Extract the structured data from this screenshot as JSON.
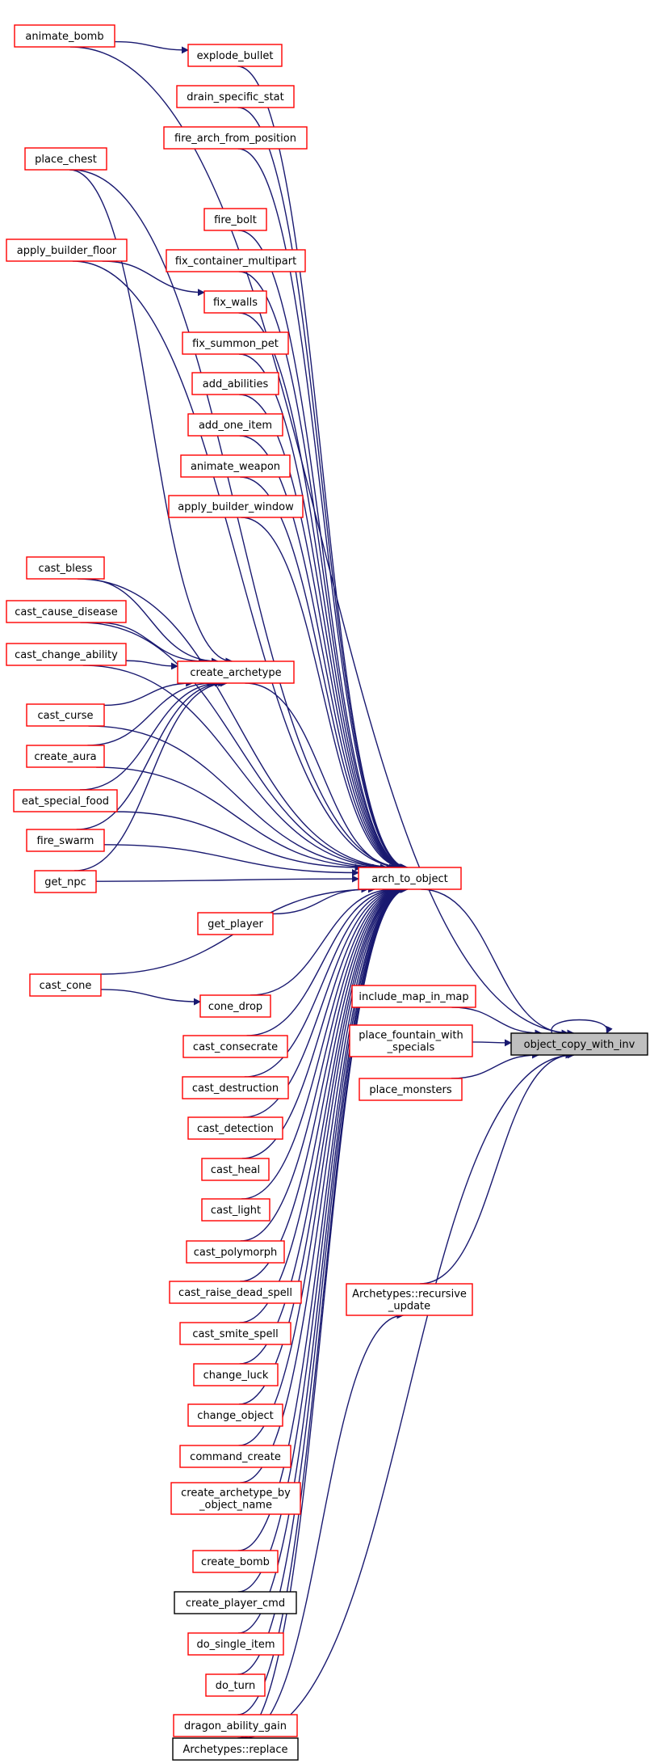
{
  "colors": {
    "edge": "#191970",
    "node_border_linked": "#ff0000",
    "node_border_plain": "#000000",
    "focus_fill": "#bfbfbf"
  },
  "nodes": [
    {
      "id": "animate_bomb",
      "lines": [
        "animate_bomb"
      ],
      "border": "red"
    },
    {
      "id": "explode_bullet",
      "lines": [
        "explode_bullet"
      ],
      "border": "red"
    },
    {
      "id": "drain_specific_stat",
      "lines": [
        "drain_specific_stat"
      ],
      "border": "red"
    },
    {
      "id": "fire_arch_from_position",
      "lines": [
        "fire_arch_from_position"
      ],
      "border": "red"
    },
    {
      "id": "place_chest",
      "lines": [
        "place_chest"
      ],
      "border": "red"
    },
    {
      "id": "fire_bolt",
      "lines": [
        "fire_bolt"
      ],
      "border": "red"
    },
    {
      "id": "apply_builder_floor",
      "lines": [
        "apply_builder_floor"
      ],
      "border": "red"
    },
    {
      "id": "fix_container_multipart",
      "lines": [
        "fix_container_multipart"
      ],
      "border": "red"
    },
    {
      "id": "fix_walls",
      "lines": [
        "fix_walls"
      ],
      "border": "red"
    },
    {
      "id": "fix_summon_pet",
      "lines": [
        "fix_summon_pet"
      ],
      "border": "red"
    },
    {
      "id": "add_abilities",
      "lines": [
        "add_abilities"
      ],
      "border": "red"
    },
    {
      "id": "add_one_item",
      "lines": [
        "add_one_item"
      ],
      "border": "red"
    },
    {
      "id": "animate_weapon",
      "lines": [
        "animate_weapon"
      ],
      "border": "red"
    },
    {
      "id": "apply_builder_window",
      "lines": [
        "apply_builder_window"
      ],
      "border": "red"
    },
    {
      "id": "cast_bless",
      "lines": [
        "cast_bless"
      ],
      "border": "red"
    },
    {
      "id": "cast_cause_disease",
      "lines": [
        "cast_cause_disease"
      ],
      "border": "red"
    },
    {
      "id": "cast_change_ability",
      "lines": [
        "cast_change_ability"
      ],
      "border": "red"
    },
    {
      "id": "create_archetype",
      "lines": [
        "create_archetype"
      ],
      "border": "red"
    },
    {
      "id": "cast_curse",
      "lines": [
        "cast_curse"
      ],
      "border": "red"
    },
    {
      "id": "create_aura",
      "lines": [
        "create_aura"
      ],
      "border": "red"
    },
    {
      "id": "eat_special_food",
      "lines": [
        "eat_special_food"
      ],
      "border": "red"
    },
    {
      "id": "fire_swarm",
      "lines": [
        "fire_swarm"
      ],
      "border": "red"
    },
    {
      "id": "get_npc",
      "lines": [
        "get_npc"
      ],
      "border": "red"
    },
    {
      "id": "arch_to_object",
      "lines": [
        "arch_to_object"
      ],
      "border": "red"
    },
    {
      "id": "get_player",
      "lines": [
        "get_player"
      ],
      "border": "red"
    },
    {
      "id": "cast_cone",
      "lines": [
        "cast_cone"
      ],
      "border": "red"
    },
    {
      "id": "cone_drop",
      "lines": [
        "cone_drop"
      ],
      "border": "red"
    },
    {
      "id": "include_map_in_map",
      "lines": [
        "include_map_in_map"
      ],
      "border": "red"
    },
    {
      "id": "place_fountain_with_specials",
      "lines": [
        "place_fountain_with",
        "_specials"
      ],
      "border": "red"
    },
    {
      "id": "object_copy_with_inv",
      "lines": [
        "object_copy_with_inv"
      ],
      "border": "black",
      "focus": true
    },
    {
      "id": "cast_consecrate",
      "lines": [
        "cast_consecrate"
      ],
      "border": "red"
    },
    {
      "id": "place_monsters",
      "lines": [
        "place_monsters"
      ],
      "border": "red"
    },
    {
      "id": "cast_destruction",
      "lines": [
        "cast_destruction"
      ],
      "border": "red"
    },
    {
      "id": "cast_detection",
      "lines": [
        "cast_detection"
      ],
      "border": "red"
    },
    {
      "id": "cast_heal",
      "lines": [
        "cast_heal"
      ],
      "border": "red"
    },
    {
      "id": "cast_light",
      "lines": [
        "cast_light"
      ],
      "border": "red"
    },
    {
      "id": "cast_polymorph",
      "lines": [
        "cast_polymorph"
      ],
      "border": "red"
    },
    {
      "id": "cast_raise_dead_spell",
      "lines": [
        "cast_raise_dead_spell"
      ],
      "border": "red"
    },
    {
      "id": "archetypes_recursive_update",
      "lines": [
        "Archetypes::recursive",
        "_update"
      ],
      "border": "red"
    },
    {
      "id": "cast_smite_spell",
      "lines": [
        "cast_smite_spell"
      ],
      "border": "red"
    },
    {
      "id": "change_luck",
      "lines": [
        "change_luck"
      ],
      "border": "red"
    },
    {
      "id": "change_object",
      "lines": [
        "change_object"
      ],
      "border": "red"
    },
    {
      "id": "command_create",
      "lines": [
        "command_create"
      ],
      "border": "red"
    },
    {
      "id": "create_archetype_by_object_name",
      "lines": [
        "create_archetype_by",
        "_object_name"
      ],
      "border": "red"
    },
    {
      "id": "create_bomb",
      "lines": [
        "create_bomb"
      ],
      "border": "red"
    },
    {
      "id": "create_player_cmd",
      "lines": [
        "create_player_cmd"
      ],
      "border": "black"
    },
    {
      "id": "do_single_item",
      "lines": [
        "do_single_item"
      ],
      "border": "red"
    },
    {
      "id": "do_turn",
      "lines": [
        "do_turn"
      ],
      "border": "red"
    },
    {
      "id": "dragon_ability_gain",
      "lines": [
        "dragon_ability_gain"
      ],
      "border": "red"
    },
    {
      "id": "archetypes_replace",
      "lines": [
        "Archetypes::replace"
      ],
      "border": "black"
    }
  ],
  "edges": [
    [
      "animate_bomb",
      "explode_bullet"
    ],
    [
      "animate_bomb",
      "object_copy_with_inv"
    ],
    [
      "explode_bullet",
      "arch_to_object"
    ],
    [
      "drain_specific_stat",
      "arch_to_object"
    ],
    [
      "fire_arch_from_position",
      "arch_to_object"
    ],
    [
      "place_chest",
      "arch_to_object"
    ],
    [
      "place_chest",
      "create_archetype"
    ],
    [
      "fire_bolt",
      "arch_to_object"
    ],
    [
      "apply_builder_floor",
      "arch_to_object"
    ],
    [
      "apply_builder_floor",
      "fix_walls"
    ],
    [
      "fix_container_multipart",
      "arch_to_object"
    ],
    [
      "fix_walls",
      "arch_to_object"
    ],
    [
      "fix_summon_pet",
      "arch_to_object"
    ],
    [
      "add_abilities",
      "arch_to_object"
    ],
    [
      "add_one_item",
      "arch_to_object"
    ],
    [
      "animate_weapon",
      "arch_to_object"
    ],
    [
      "apply_builder_window",
      "arch_to_object"
    ],
    [
      "cast_bless",
      "arch_to_object"
    ],
    [
      "cast_bless",
      "create_archetype"
    ],
    [
      "cast_cause_disease",
      "arch_to_object"
    ],
    [
      "cast_cause_disease",
      "create_archetype"
    ],
    [
      "cast_change_ability",
      "arch_to_object"
    ],
    [
      "cast_change_ability",
      "create_archetype"
    ],
    [
      "create_archetype",
      "arch_to_object"
    ],
    [
      "cast_curse",
      "arch_to_object"
    ],
    [
      "cast_curse",
      "create_archetype"
    ],
    [
      "create_aura",
      "arch_to_object"
    ],
    [
      "create_aura",
      "create_archetype"
    ],
    [
      "eat_special_food",
      "arch_to_object"
    ],
    [
      "eat_special_food",
      "create_archetype"
    ],
    [
      "fire_swarm",
      "arch_to_object"
    ],
    [
      "fire_swarm",
      "create_archetype"
    ],
    [
      "get_npc",
      "arch_to_object"
    ],
    [
      "get_npc",
      "create_archetype"
    ],
    [
      "arch_to_object",
      "object_copy_with_inv"
    ],
    [
      "get_player",
      "arch_to_object"
    ],
    [
      "cast_cone",
      "arch_to_object"
    ],
    [
      "cast_cone",
      "cone_drop"
    ],
    [
      "cone_drop",
      "arch_to_object"
    ],
    [
      "include_map_in_map",
      "object_copy_with_inv"
    ],
    [
      "place_fountain_with_specials",
      "object_copy_with_inv"
    ],
    [
      "object_copy_with_inv",
      "object_copy_with_inv"
    ],
    [
      "cast_consecrate",
      "arch_to_object"
    ],
    [
      "place_monsters",
      "object_copy_with_inv"
    ],
    [
      "cast_destruction",
      "arch_to_object"
    ],
    [
      "cast_detection",
      "arch_to_object"
    ],
    [
      "cast_heal",
      "arch_to_object"
    ],
    [
      "cast_light",
      "arch_to_object"
    ],
    [
      "cast_polymorph",
      "arch_to_object"
    ],
    [
      "cast_raise_dead_spell",
      "arch_to_object"
    ],
    [
      "archetypes_recursive_update",
      "object_copy_with_inv"
    ],
    [
      "cast_smite_spell",
      "arch_to_object"
    ],
    [
      "change_luck",
      "arch_to_object"
    ],
    [
      "change_object",
      "arch_to_object"
    ],
    [
      "command_create",
      "arch_to_object"
    ],
    [
      "create_archetype_by_object_name",
      "arch_to_object"
    ],
    [
      "create_bomb",
      "arch_to_object"
    ],
    [
      "create_player_cmd",
      "arch_to_object"
    ],
    [
      "do_single_item",
      "arch_to_object"
    ],
    [
      "do_turn",
      "arch_to_object"
    ],
    [
      "dragon_ability_gain",
      "arch_to_object"
    ],
    [
      "archetypes_replace",
      "arch_to_object"
    ],
    [
      "archetypes_replace",
      "archetypes_recursive_update"
    ],
    [
      "archetypes_replace",
      "object_copy_with_inv"
    ]
  ]
}
